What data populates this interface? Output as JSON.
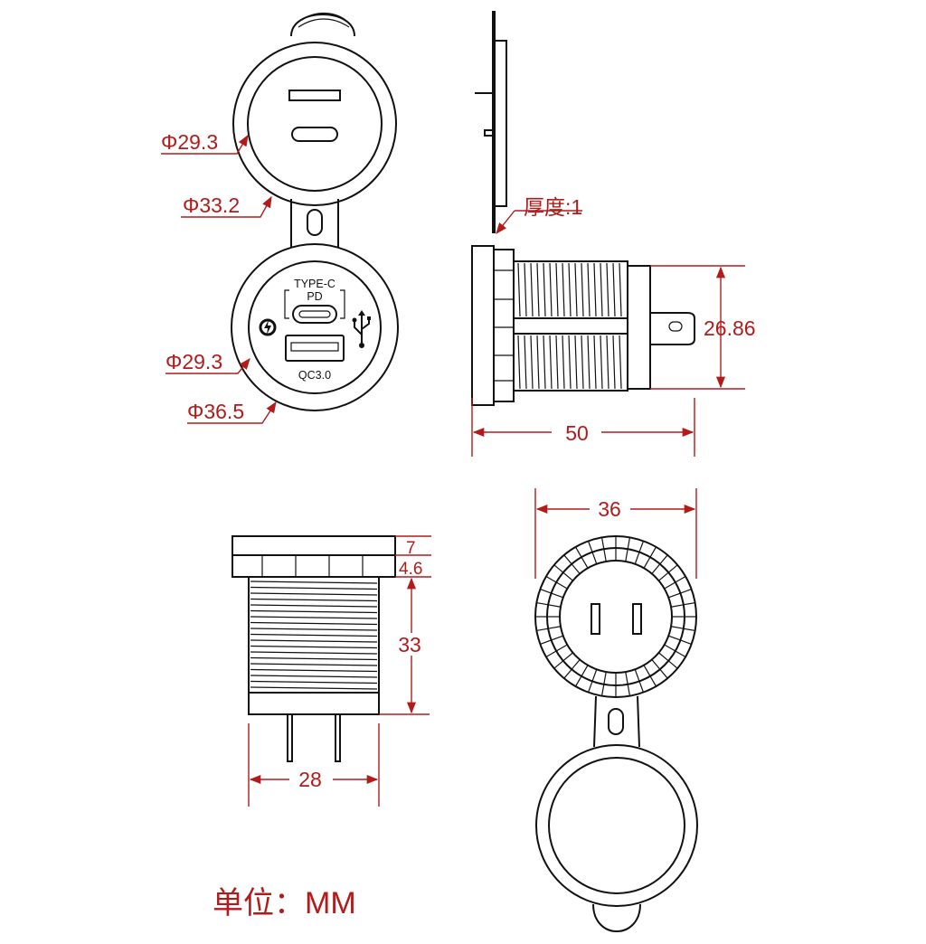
{
  "colors": {
    "line": "#111111",
    "dimension": "#b31b1b",
    "background": "#ffffff"
  },
  "front_view": {
    "cap_inner_dia": "Φ29.3",
    "cap_outer_dia": "Φ33.2",
    "face_inner_dia": "Φ29.3",
    "face_outer_dia": "Φ36.5",
    "port_label_type": "TYPE-C",
    "port_label_pd": "PD",
    "port_label_qc": "QC3.0",
    "icons": [
      "quick-charge-icon",
      "usb-icon"
    ]
  },
  "side_view": {
    "thickness_label": "厚度:1",
    "height": "26.86",
    "length": "50"
  },
  "bottom_side_view": {
    "flange_height": "7",
    "nut_height": "4.6",
    "thread_length": "33",
    "width": "28"
  },
  "rear_view": {
    "width": "36"
  },
  "unit_label": "单位：MM"
}
